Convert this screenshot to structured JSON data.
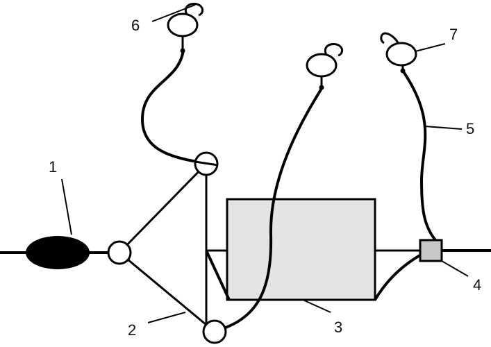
{
  "colors": {
    "line": "#000000",
    "feeder_fill": "#000000",
    "float_fill": "#ffffff",
    "box_fill": "#e4e4e4",
    "clip_fill": "#c8c8c8"
  },
  "labels": {
    "n1": "1",
    "n2": "2",
    "n3": "3",
    "n4": "4",
    "n5": "5",
    "n6": "6",
    "n7": "7"
  }
}
